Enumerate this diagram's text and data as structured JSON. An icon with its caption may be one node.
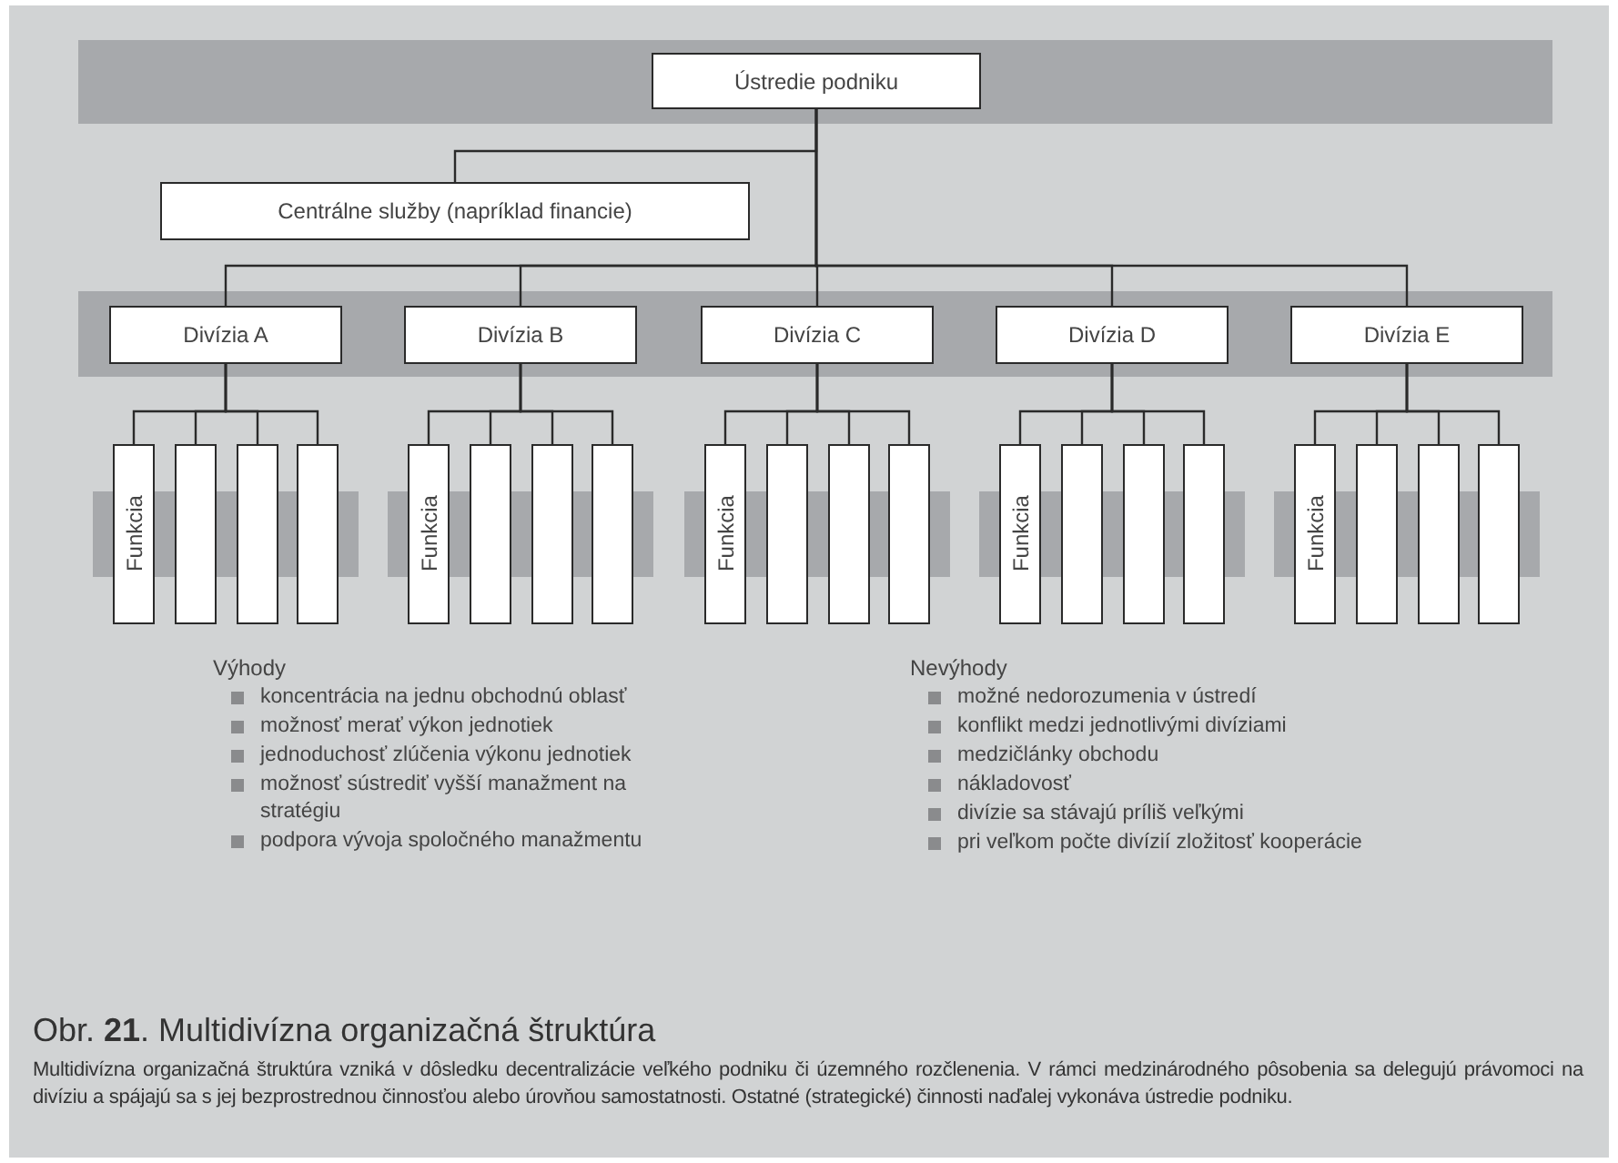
{
  "diagram": {
    "title": "Obr. **21**. Multidivízna organizačná štruktúra",
    "caption": "Multidivízna organizačná štruktúra vzniká v dôsledku decentralizácie veľkého podniku či územného rozčlenenia. V rámci medzinárodného pôsobenia sa delegujú právomoci na divíziu a spájajú sa s jej bezprostrednou činnosťou alebo úrovňou samostatnosti. Ostatné (strategické) činnosti naďalej vykonáva ústredie podniku.",
    "nodes": [
      {
        "text": [
          "Ústredie podniku"
        ]
      },
      {
        "text": [
          "Centrálne služby (napríklad financie)"
        ]
      },
      {
        "text": [
          "Divízia A"
        ]
      },
      {
        "text": [
          "Divízia B"
        ]
      },
      {
        "text": [
          "Divízia C"
        ]
      },
      {
        "text": [
          "Divízia D"
        ]
      },
      {
        "text": [
          "Divízia E"
        ]
      },
      {
        "text": [
          "Funkcia"
        ]
      },
      {
        "text": [],
        "shape": "box"
      },
      {
        "text": [],
        "shape": "box"
      },
      {
        "text": [],
        "shape": "box"
      },
      {
        "text": [
          "Funkcia"
        ]
      },
      {
        "text": [],
        "shape": "box"
      },
      {
        "text": [],
        "shape": "box"
      },
      {
        "text": [],
        "shape": "box"
      },
      {
        "text": [
          "Funkcia"
        ]
      },
      {
        "text": [],
        "shape": "box"
      },
      {
        "text": [],
        "shape": "box"
      },
      {
        "text": [],
        "shape": "box"
      },
      {
        "text": [
          "Funkcia"
        ]
      },
      {
        "text": [],
        "shape": "box"
      },
      {
        "text": [],
        "shape": "box"
      },
      {
        "text": [],
        "shape": "box"
      },
      {
        "text": [
          "Funkcia"
        ]
      },
      {
        "text": [],
        "shape": "box"
      },
      {
        "text": [],
        "shape": "box"
      },
      {
        "text": [],
        "shape": "box"
      }
    ],
    "edges": [
      {
        "from": 0,
        "to": 1,
        "arrow": "none"
      },
      {
        "from": 0,
        "to": 2,
        "arrow": "none"
      },
      {
        "from": 0,
        "to": 3,
        "arrow": "none"
      },
      {
        "from": 0,
        "to": 4,
        "arrow": "none"
      },
      {
        "from": 0,
        "to": 5,
        "arrow": "none"
      },
      {
        "from": 0,
        "to": 6,
        "arrow": "none"
      },
      {
        "from": 2,
        "to": 7,
        "arrow": "none"
      },
      {
        "from": 2,
        "to": 8,
        "arrow": "none"
      },
      {
        "from": 2,
        "to": 9,
        "arrow": "none"
      },
      {
        "from": 2,
        "to": 10,
        "arrow": "none"
      },
      {
        "from": 3,
        "to": 11,
        "arrow": "none"
      },
      {
        "from": 3,
        "to": 12,
        "arrow": "none"
      },
      {
        "from": 3,
        "to": 13,
        "arrow": "none"
      },
      {
        "from": 3,
        "to": 14,
        "arrow": "none"
      },
      {
        "from": 4,
        "to": 15,
        "arrow": "none"
      },
      {
        "from": 4,
        "to": 16,
        "arrow": "none"
      },
      {
        "from": 4,
        "to": 17,
        "arrow": "none"
      },
      {
        "from": 4,
        "to": 18,
        "arrow": "none"
      },
      {
        "from": 5,
        "to": 19,
        "arrow": "none"
      },
      {
        "from": 5,
        "to": 20,
        "arrow": "none"
      },
      {
        "from": 5,
        "to": 21,
        "arrow": "none"
      },
      {
        "from": 5,
        "to": 22,
        "arrow": "none"
      },
      {
        "from": 6,
        "to": 23,
        "arrow": "none"
      },
      {
        "from": 6,
        "to": 24,
        "arrow": "none"
      },
      {
        "from": 6,
        "to": 25,
        "arrow": "none"
      },
      {
        "from": 6,
        "to": 26,
        "arrow": "none"
      }
    ],
    "labels": [
      "Výhody",
      "koncentrácia na jednu obchodnú oblasť",
      "možnosť merať výkon jednotiek",
      "jednoduchosť zlúčenia výkonu jednotiek",
      "možnosť sústrediť vyšší manažment na stratégiu",
      "podpora vývoja spoločného manažmentu",
      "Nevýhody",
      "možné nedorozumenia v ústredí",
      "konflikt medzi jednotlivými divíziami",
      "medzičlánky obchodu",
      "nákladovosť",
      "divízie sa stávajú príliš veľkými",
      "pri veľkom počte divízií zložitosť kooperácie"
    ]
  }
}
